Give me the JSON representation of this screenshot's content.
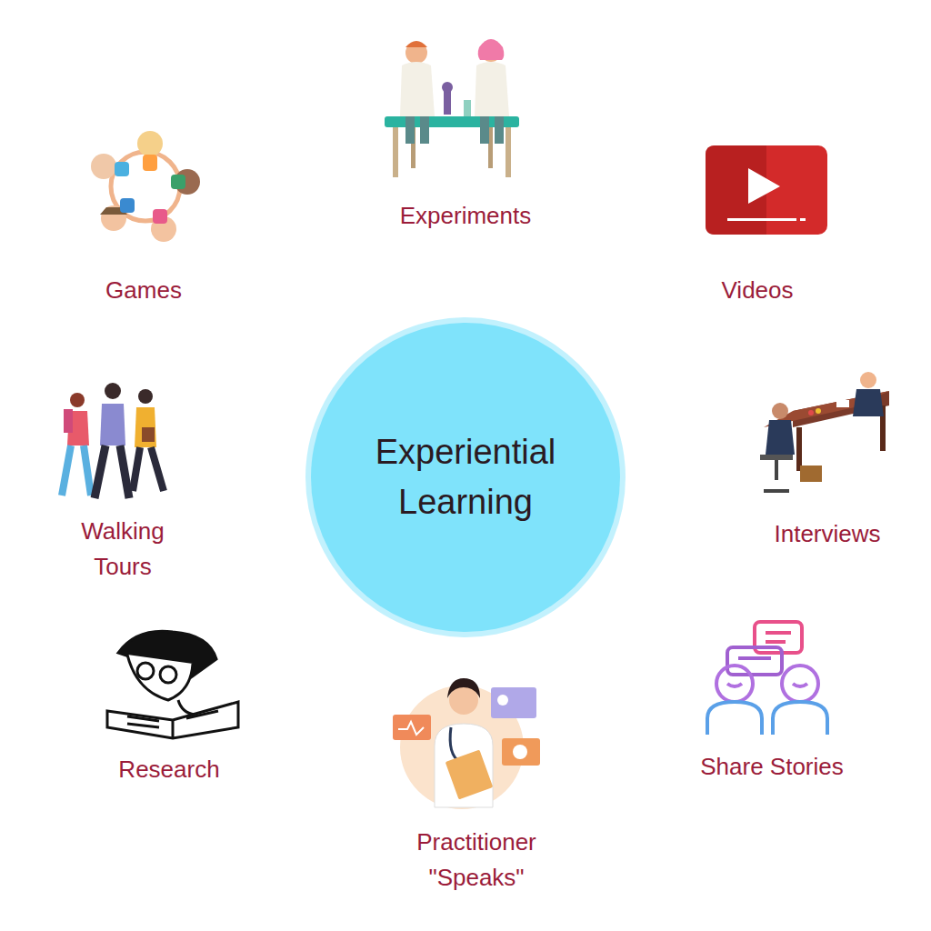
{
  "diagram": {
    "nodes": [
      {
        "text": [
          "Experiential Learning"
        ]
      }
    ],
    "labels": [
      "Experiments",
      "Games",
      "Videos",
      "Interviews",
      "Walking Tours",
      "Share Stories",
      "Research",
      "Practitioner \"Speaks\""
    ]
  }
}
